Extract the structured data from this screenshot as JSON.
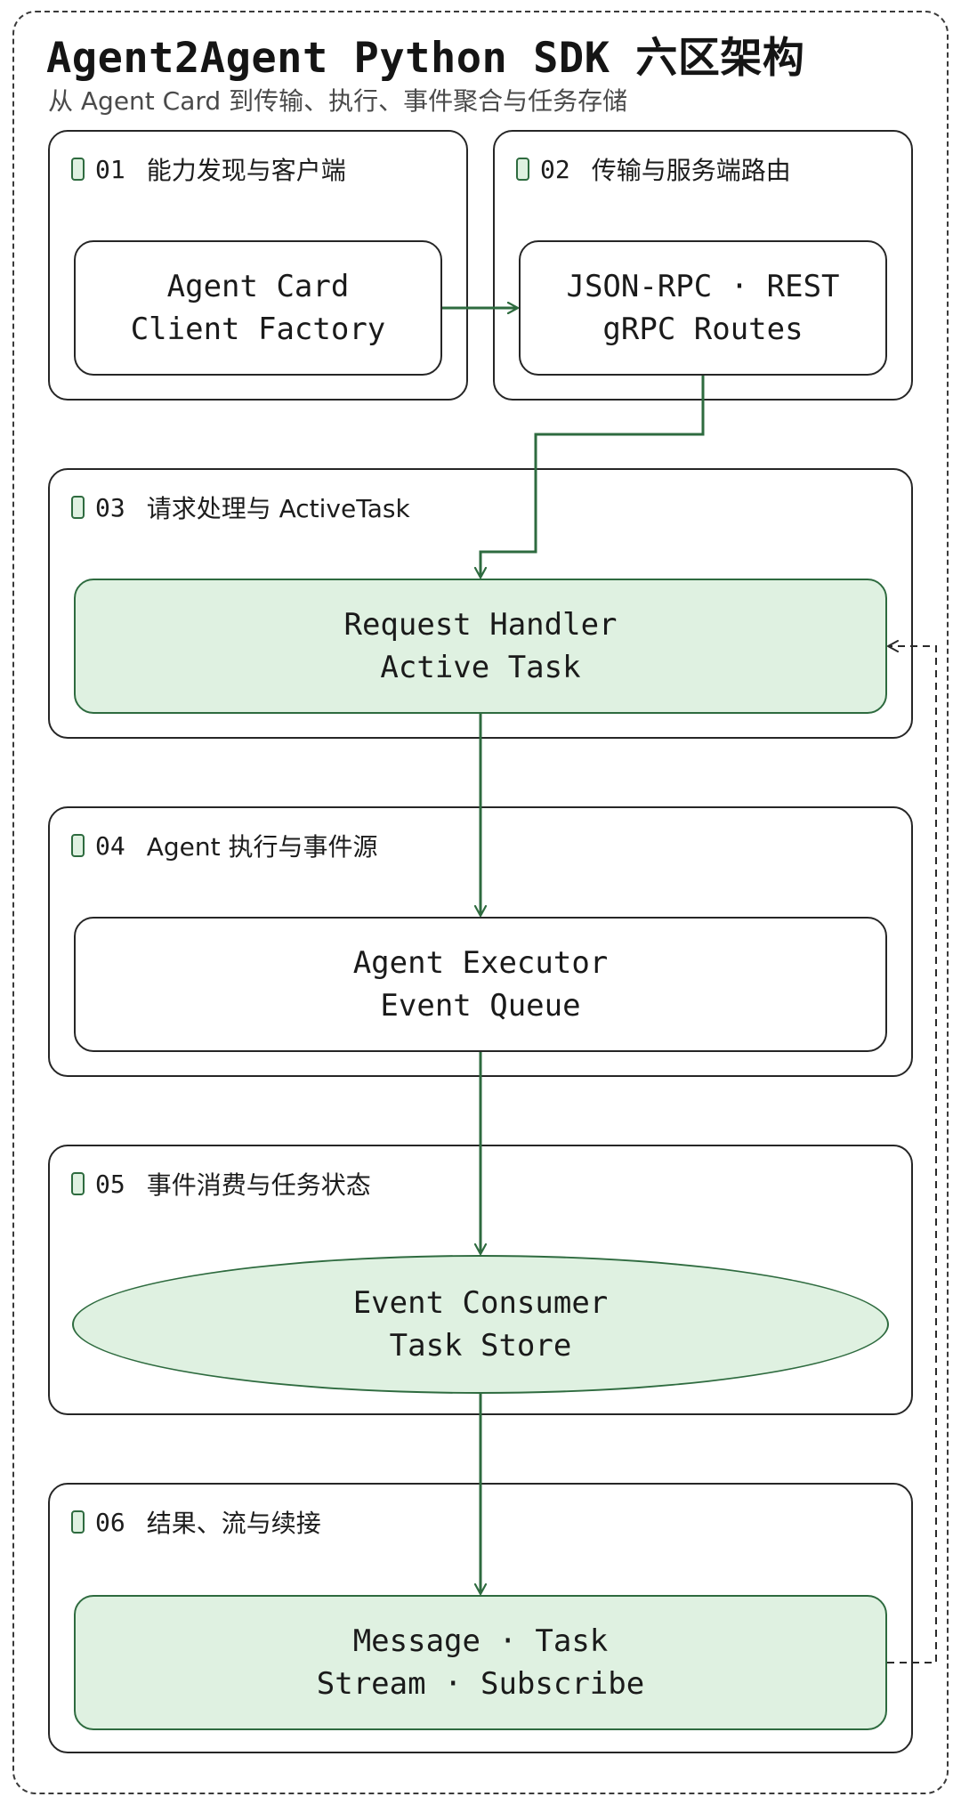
{
  "title": "Agent2Agent Python SDK 六区架构",
  "subtitle": "从 Agent Card 到传输、执行、事件聚合与任务存储",
  "regions": [
    {
      "num": "01",
      "title": "能力发现与客户端",
      "node_lines": [
        "Agent Card",
        "Client Factory"
      ]
    },
    {
      "num": "02",
      "title": "传输与服务端路由",
      "node_lines": [
        "JSON-RPC · REST",
        "gRPC Routes"
      ]
    },
    {
      "num": "03",
      "title": "请求处理与 ActiveTask",
      "node_lines": [
        "Request Handler",
        "Active Task"
      ]
    },
    {
      "num": "04",
      "title": "Agent 执行与事件源",
      "node_lines": [
        "Agent Executor",
        "Event Queue"
      ]
    },
    {
      "num": "05",
      "title": "事件消费与任务状态",
      "node_lines": [
        "Event Consumer",
        "Task Store"
      ]
    },
    {
      "num": "06",
      "title": "结果、流与续接",
      "node_lines": [
        "Message · Task",
        "Stream · Subscribe"
      ]
    }
  ],
  "colors": {
    "accent_green": "#2e6b3f",
    "fill_green": "#dff1e1",
    "stroke_dark": "#262626"
  }
}
